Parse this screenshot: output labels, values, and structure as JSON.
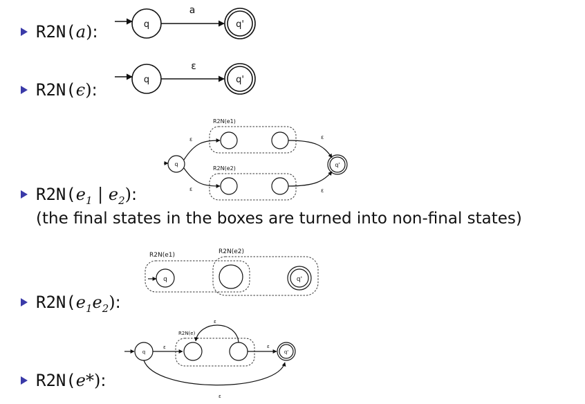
{
  "items": [
    {
      "prefix": "R2N(",
      "arg": "a",
      "suffix": ")",
      "colon": ":"
    },
    {
      "prefix": "R2N(",
      "arg": "ϵ",
      "suffix": ")",
      "colon": ":"
    },
    {
      "prefix": "R2N(",
      "e1": "e",
      "sub1": "1",
      "bar": " | ",
      "e2": "e",
      "sub2": "2",
      "suffix": ")",
      "colon": ":",
      "note": "(the final states in the boxes are turned into non-final states)"
    },
    {
      "prefix": "R2N(",
      "e1": "e",
      "sub1": "1",
      "e2": "e",
      "sub2": "2",
      "suffix": ")",
      "colon": ":"
    },
    {
      "prefix": "R2N(",
      "arg": "e*",
      "suffix": ")",
      "colon": ":"
    }
  ],
  "diagrams": {
    "d1": {
      "start": "q",
      "final": "q'",
      "label": "a"
    },
    "d2": {
      "start": "q",
      "final": "q'",
      "label": "ε"
    },
    "d3": {
      "start": "q",
      "final": "q'",
      "box1": "R2N(e1)",
      "box2": "R2N(e2)",
      "eps": "ε"
    },
    "d4": {
      "start": "q",
      "final": "q'",
      "box1": "R2N(e1)",
      "box2": "R2N(e2)"
    },
    "d5": {
      "start": "q",
      "final": "q'",
      "box": "R2N(e)",
      "eps": "ε"
    }
  }
}
